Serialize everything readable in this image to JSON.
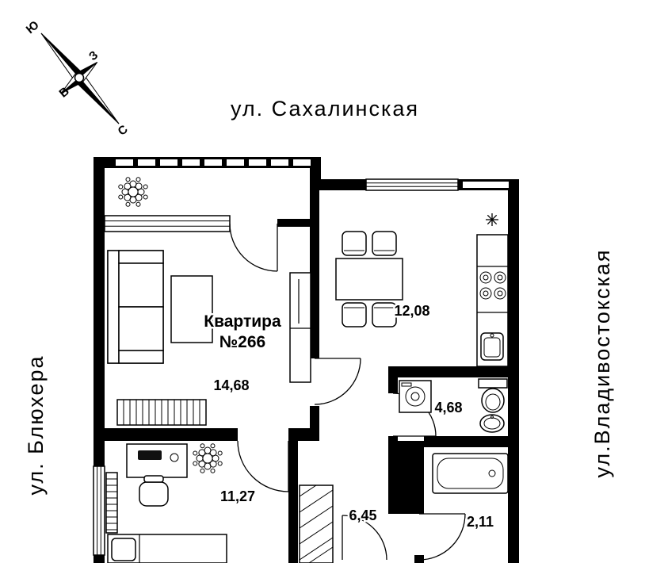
{
  "compass": {
    "south": "Ю",
    "west": "З",
    "east": "В",
    "north": "С"
  },
  "streets": {
    "top": "ул. Сахалинская",
    "left": "ул. Блюхера",
    "right": "ул.Владивостокская"
  },
  "apartment": {
    "name_line1": "Квартира",
    "name_line2": "№266"
  },
  "rooms": [
    {
      "name": "living-room",
      "area": "14,68"
    },
    {
      "name": "kitchen",
      "area": "12,08"
    },
    {
      "name": "bathroom",
      "area": "4,68"
    },
    {
      "name": "bedroom",
      "area": "11,27"
    },
    {
      "name": "hallway",
      "area": "6,45"
    },
    {
      "name": "wc",
      "area": "2,11"
    }
  ],
  "colors": {
    "walls": "#000000",
    "paper": "#ffffff"
  }
}
